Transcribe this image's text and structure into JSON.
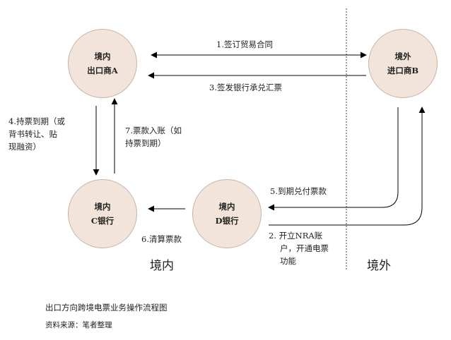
{
  "nodes": {
    "exporter_a": {
      "line1": "境内",
      "line2": "出口商A"
    },
    "importer_b": {
      "line1": "境外",
      "line2": "进口商B"
    },
    "bank_c": {
      "line1": "境内",
      "line2": "C银行"
    },
    "bank_d": {
      "line1": "境内",
      "line2": "D银行"
    }
  },
  "steps": {
    "s1": "1.签订贸易合同",
    "s2_l1": "2. 开立NRA账",
    "s2_l2": "户，开通电票",
    "s2_l3": "功能",
    "s3": "3.签发银行承兑汇票",
    "s4_l1": "4.持票到期（或",
    "s4_l2": "背书转让、贴",
    "s4_l3": "现融资）",
    "s5": "5.到期兑付票款",
    "s6": "6.清算票款",
    "s7_l1": "7.票款入账（如",
    "s7_l2": "持票到期）"
  },
  "regions": {
    "domestic": "境内",
    "overseas": "境外"
  },
  "caption": "出口方向跨境电票业务操作流程图",
  "source": "资料来源：笔者整理",
  "colors": {
    "node_fill": "#f2e4da",
    "node_border": "#c8b4a6",
    "line": "#000000"
  }
}
